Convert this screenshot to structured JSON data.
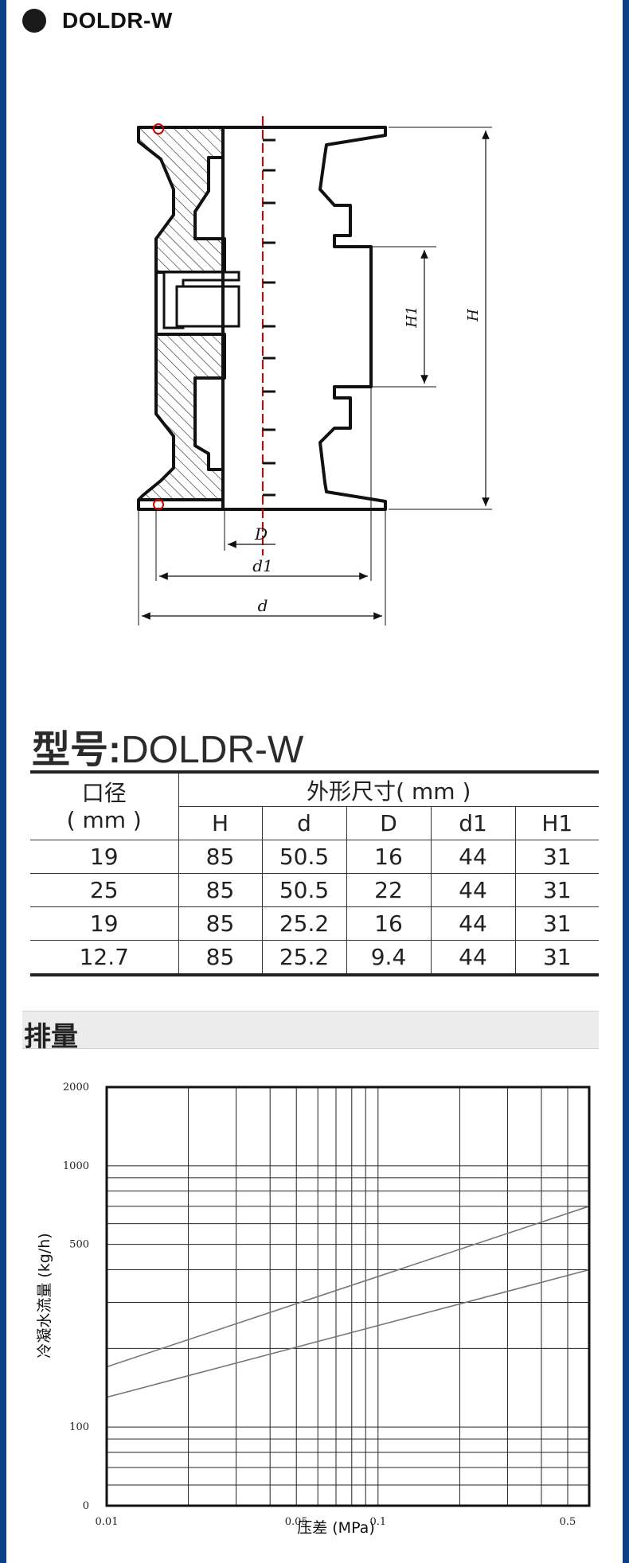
{
  "header": {
    "title": "DOLDR-W"
  },
  "drawing": {
    "labels": {
      "h": "H",
      "h1": "H1",
      "d_small": "D",
      "d1": "d1",
      "d": "d"
    }
  },
  "model": {
    "label": "型号:",
    "value": "DOLDR-W"
  },
  "table": {
    "caliber_header_line1": "口径",
    "caliber_header_line2": "( mm )",
    "dimension_header": "外形尺寸( mm )",
    "columns": [
      "H",
      "d",
      "D",
      "d1",
      "H1"
    ],
    "rows": [
      [
        "19",
        "85",
        "50.5",
        "16",
        "44",
        "31"
      ],
      [
        "25",
        "85",
        "50.5",
        "22",
        "44",
        "31"
      ],
      [
        "19",
        "85",
        "25.2",
        "16",
        "44",
        "31"
      ],
      [
        "12.7",
        "85",
        "25.2",
        "9.4",
        "44",
        "31"
      ]
    ]
  },
  "section": {
    "title": "排量"
  },
  "chart_data": {
    "type": "line",
    "xlabel": "压差 (MPa)",
    "ylabel": "冷凝水流量 (kg/h)",
    "x_scale": "log",
    "y_scale": "log",
    "xlim": [
      0.01,
      0.6
    ],
    "ylim": [
      50,
      2000
    ],
    "x_ticks": [
      0.01,
      0.05,
      0.1,
      0.5
    ],
    "x_tick_labels": [
      "0.01",
      "0.05",
      "0.1",
      "0.5"
    ],
    "y_ticks": [
      50,
      100,
      500,
      1000,
      2000
    ],
    "y_tick_labels": [
      "0",
      "100",
      "500",
      "1000",
      "2000"
    ],
    "grid": true,
    "series": [
      {
        "x": [
          0.01,
          0.6
        ],
        "y": [
          170,
          700
        ]
      },
      {
        "x": [
          0.01,
          0.6
        ],
        "y": [
          130,
          400
        ]
      }
    ]
  }
}
